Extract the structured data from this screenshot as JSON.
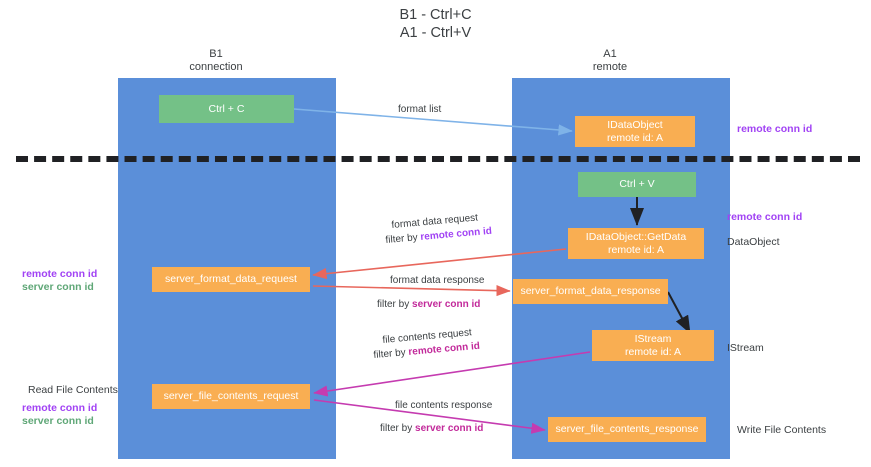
{
  "title": {
    "line1": "B1 - Ctrl+C",
    "line2": "A1 - Ctrl+V"
  },
  "columns": {
    "left": {
      "name": "B1",
      "role": "connection"
    },
    "right": {
      "name": "A1",
      "role": "remote"
    }
  },
  "boxes": {
    "ctrl_c": {
      "label": "Ctrl + C",
      "color": "#74c187"
    },
    "idataobject": {
      "line1": "IDataObject",
      "line2": "remote id: A",
      "color": "#f9ae52"
    },
    "ctrl_v": {
      "label": "Ctrl + V",
      "color": "#74c187"
    },
    "getdata": {
      "line1": "IDataObject::GetData",
      "line2": "remote id: A",
      "color": "#f9ae52"
    },
    "format_data_response": {
      "label": "server_format_data_response",
      "color": "#f9ae52"
    },
    "istream": {
      "line1": "IStream",
      "line2": "remote id: A",
      "color": "#f9ae52"
    },
    "file_contents_response": {
      "label": "server_file_contents_response",
      "color": "#f9ae52"
    },
    "format_data_request": {
      "label": "server_format_data_request",
      "color": "#f9ae52"
    },
    "file_contents_request": {
      "label": "server_file_contents_request",
      "color": "#f9ae52"
    }
  },
  "edges": {
    "format_list": {
      "label": "format list"
    },
    "format_data_request": {
      "label": "format data request",
      "filter_prefix": "filter by ",
      "filter_key": "remote conn id"
    },
    "format_data_response": {
      "label": "format data response",
      "filter_prefix": "filter by ",
      "filter_key": "server conn id"
    },
    "file_contents_request": {
      "label": "file contents request",
      "filter_prefix": "filter by ",
      "filter_key": "remote conn id"
    },
    "file_contents_response": {
      "label": "file contents response",
      "filter_prefix": "filter by ",
      "filter_key": "server conn id"
    }
  },
  "annotations": {
    "right": {
      "remote_conn_id_top": "remote conn id",
      "remote_conn_id_mid": "remote conn id",
      "dataobject": "DataObject",
      "istream": "IStream",
      "write_file_contents": "Write File Contents"
    },
    "left": {
      "remote_conn_id_a": "remote conn id",
      "server_conn_id_a": "server conn id",
      "read_file_contents": "Read File Contents",
      "remote_conn_id_b": "remote conn id",
      "server_conn_id_b": "server conn id"
    }
  },
  "colors": {
    "lane": "#5b8fd9",
    "green_box": "#74c187",
    "orange_box": "#f9ae52",
    "purple_text": "#a142f4",
    "green_text": "#5fa777",
    "magenta_text": "#c2299a",
    "arrow_blue": "#7fb3e8",
    "arrow_red": "#e8675c",
    "arrow_magenta": "#c53bb0",
    "arrow_black": "#202124",
    "divider": "#202124",
    "text": "#3c4043"
  }
}
